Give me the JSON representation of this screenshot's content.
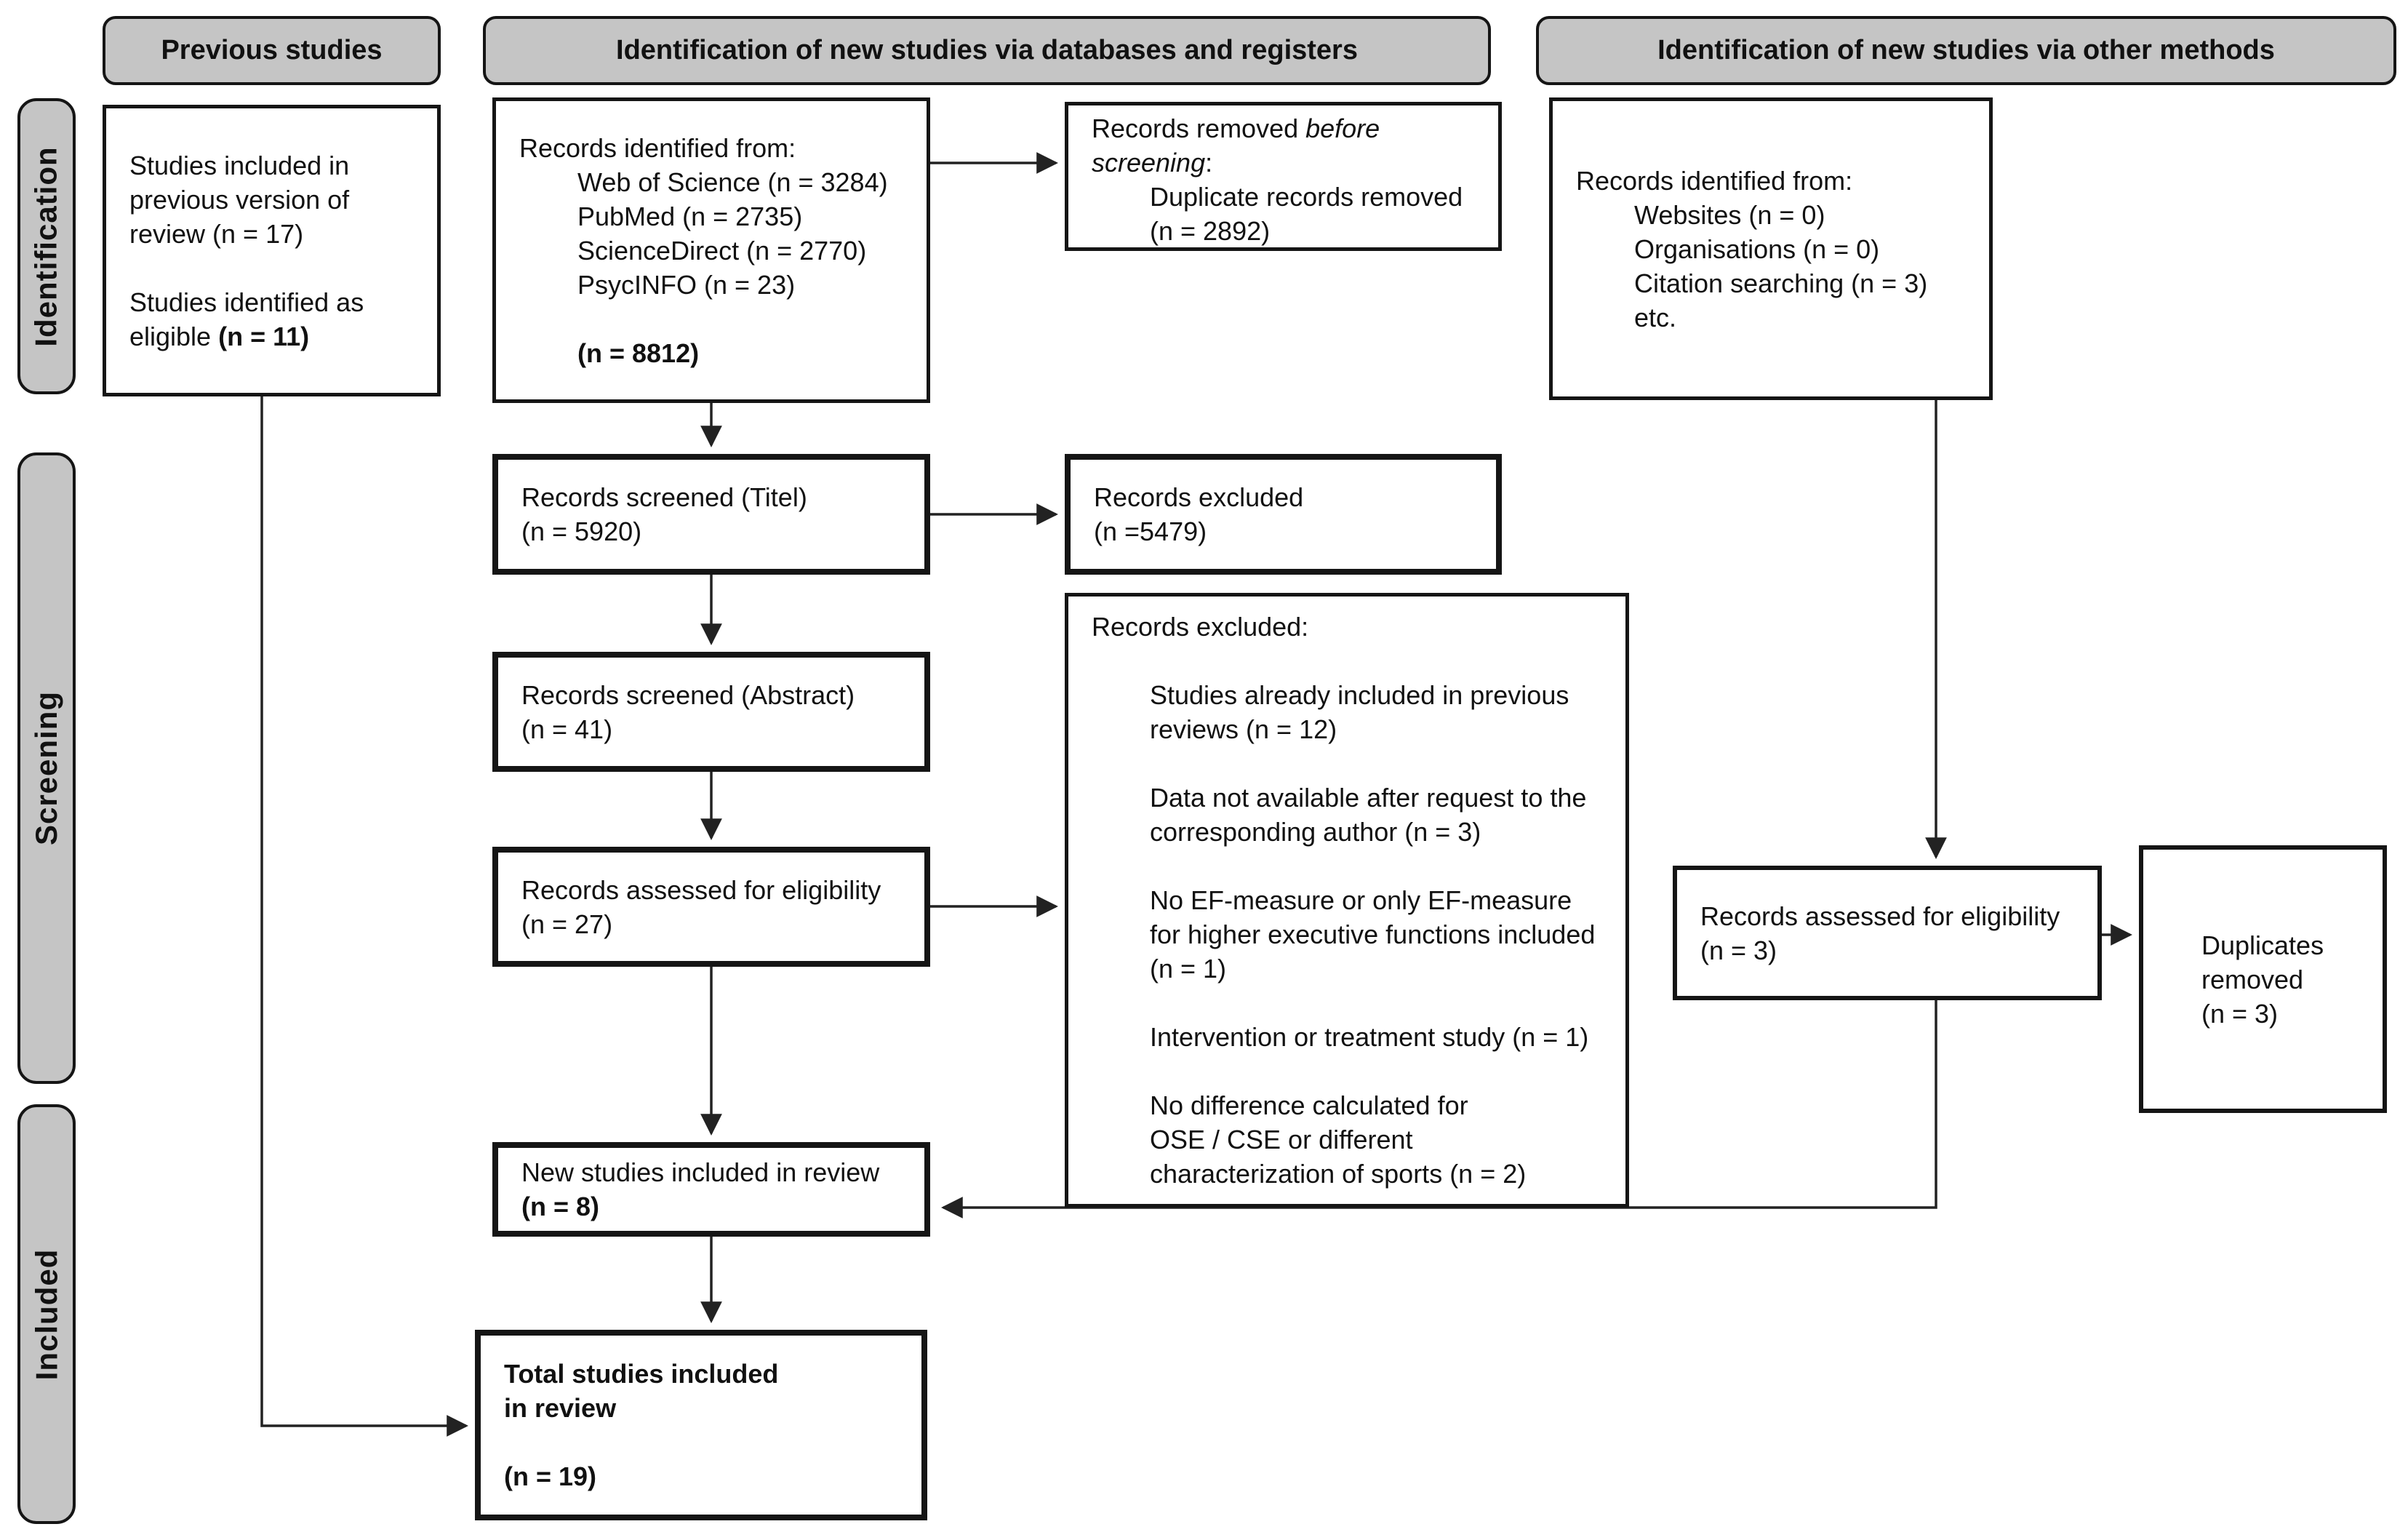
{
  "title": "PRISMA flow diagram of study selection",
  "colors": {
    "background": "#ffffff",
    "band_fill": "#c5c5c5",
    "box_fill": "#ffffff",
    "border": "#151515",
    "arrow": "#222222",
    "text": "#111111"
  },
  "stage_labels": [
    {
      "id": "identification",
      "label": "Identification"
    },
    {
      "id": "screening",
      "label": "Screening"
    },
    {
      "id": "included",
      "label": "Included"
    }
  ],
  "column_headers": [
    {
      "id": "previous",
      "label": "Previous studies"
    },
    {
      "id": "databases",
      "label": "Identification of new studies via databases and registers"
    },
    {
      "id": "other",
      "label": "Identification of new studies via other methods"
    }
  ],
  "boxes": {
    "previous_included": {
      "lines": [
        {
          "text": "Studies included in"
        },
        {
          "text": "previous version of"
        },
        {
          "text": "review (n = 17)"
        },
        {
          "text": ""
        },
        {
          "text": "Studies identified as"
        },
        {
          "runs": [
            {
              "text": "eligible "
            },
            {
              "text": "(n = 11)",
              "bold": true
            }
          ]
        }
      ]
    },
    "db_identified": {
      "lines": [
        {
          "text": "Records identified from:"
        },
        {
          "text": "Web of Science (n = 3284)",
          "indent": 1
        },
        {
          "text": "PubMed (n = 2735)",
          "indent": 1
        },
        {
          "text": "ScienceDirect (n = 2770)",
          "indent": 1
        },
        {
          "text": "PsycINFO (n = 23)",
          "indent": 1
        },
        {
          "text": ""
        },
        {
          "text": "(n = 8812)",
          "bold": true,
          "indent": 1
        }
      ]
    },
    "removed_before_screening": {
      "lines": [
        {
          "runs": [
            {
              "text": "Records removed "
            },
            {
              "text": "before",
              "italic": true
            }
          ]
        },
        {
          "runs": [
            {
              "text": "screening",
              "italic": true
            },
            {
              "text": ":"
            }
          ]
        },
        {
          "text": "Duplicate records removed",
          "indent": 1
        },
        {
          "text": "(n = 2892)",
          "indent": 1
        }
      ]
    },
    "screened_title": {
      "lines": [
        {
          "text": "Records screened (Titel)"
        },
        {
          "text": "(n = 5920)"
        }
      ]
    },
    "excluded_title": {
      "lines": [
        {
          "text": "Records excluded"
        },
        {
          "text": "(n =5479)"
        }
      ]
    },
    "excluded_reasons": {
      "lines": [
        {
          "text": "Records excluded:"
        },
        {
          "text": ""
        },
        {
          "text": "Studies already included in previous",
          "indent": 1
        },
        {
          "text": "reviews (n = 12)",
          "indent": 1
        },
        {
          "text": ""
        },
        {
          "text": "Data not available after request to the",
          "indent": 1
        },
        {
          "text": "corresponding author (n = 3)",
          "indent": 1
        },
        {
          "text": ""
        },
        {
          "text": "No EF-measure or only EF-measure",
          "indent": 1
        },
        {
          "text": "for higher executive functions included",
          "indent": 1
        },
        {
          "text": "(n = 1)",
          "indent": 1
        },
        {
          "text": ""
        },
        {
          "text": "Intervention or treatment study (n = 1)",
          "indent": 1
        },
        {
          "text": ""
        },
        {
          "text": "No difference calculated for",
          "indent": 1
        },
        {
          "text": "OSE / CSE or different",
          "indent": 1
        },
        {
          "text": "characterization of sports (n = 2)",
          "indent": 1
        }
      ]
    },
    "screened_abstract": {
      "lines": [
        {
          "text": "Records screened (Abstract)"
        },
        {
          "text": "(n = 41)"
        }
      ]
    },
    "assessed_eligibility": {
      "lines": [
        {
          "text": "Records assessed for eligibility"
        },
        {
          "text": "(n = 27)"
        }
      ]
    },
    "new_included": {
      "lines": [
        {
          "text": "New studies included in review"
        },
        {
          "text": "(n = 8)",
          "bold": true
        }
      ]
    },
    "total_included": {
      "lines": [
        {
          "text": "Total studies included",
          "bold": true
        },
        {
          "text": "in review",
          "bold": true
        },
        {
          "text": ""
        },
        {
          "text": "(n = 19)",
          "bold": true
        }
      ]
    },
    "other_identified": {
      "lines": [
        {
          "text": "Records identified from:"
        },
        {
          "text": "Websites (n = 0)",
          "indent": 1
        },
        {
          "text": "Organisations (n = 0)",
          "indent": 1
        },
        {
          "text": "Citation searching (n = 3)",
          "indent": 1
        },
        {
          "text": "etc.",
          "indent": 1
        }
      ]
    },
    "other_assessed": {
      "lines": [
        {
          "text": "Records assessed for eligibility"
        },
        {
          "text": "(n = 3)"
        }
      ]
    },
    "duplicates_removed": {
      "lines": [
        {
          "text": "Duplicates"
        },
        {
          "text": "removed"
        },
        {
          "text": "(n = 3)"
        }
      ]
    }
  }
}
